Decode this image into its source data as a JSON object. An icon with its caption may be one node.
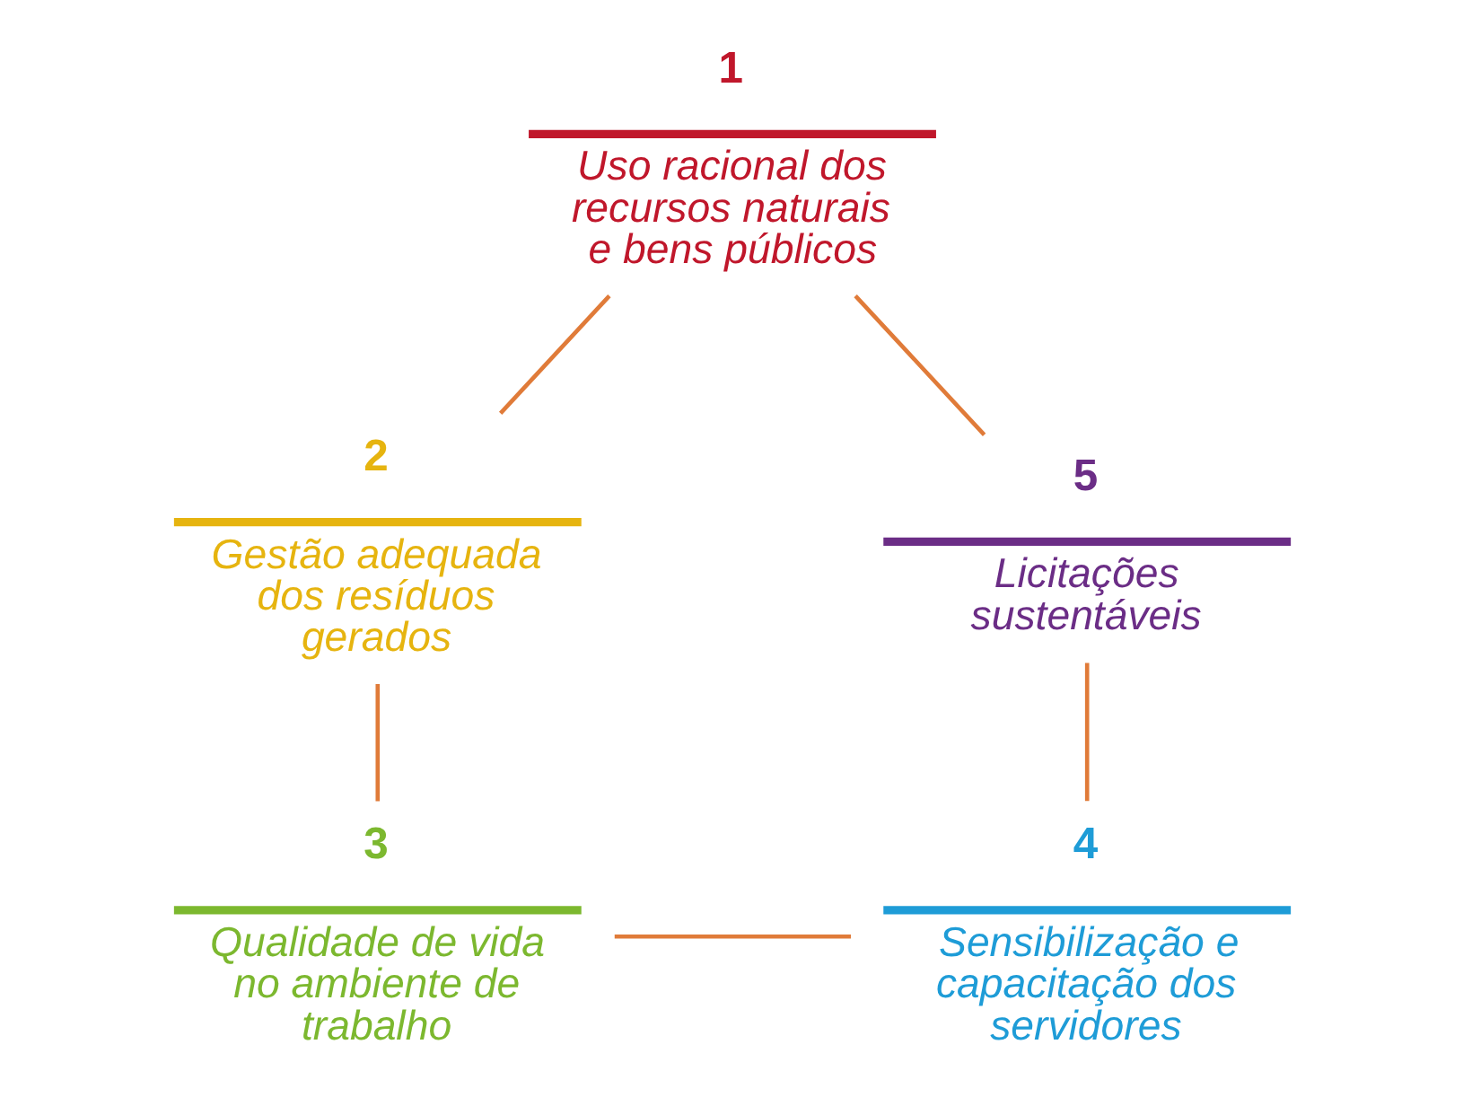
{
  "diagram": {
    "nodes": [
      {
        "text": [
          "1",
          "Uso racional dos recursos naturais e bens públicos"
        ]
      },
      {
        "text": [
          "2",
          "Gestão adequada dos resíduos gerados"
        ]
      },
      {
        "text": [
          "3",
          "Qualidade de vida no ambiente de trabalho"
        ]
      },
      {
        "text": [
          "4",
          "Sensibilização e capacitação dos servidores"
        ]
      },
      {
        "text": [
          "5",
          "Licitações sustentáveis"
        ]
      }
    ],
    "edges": [
      {
        "from": 0,
        "to": 1,
        "arrow": "none"
      },
      {
        "from": 1,
        "to": 2,
        "arrow": "none"
      },
      {
        "from": 2,
        "to": 3,
        "arrow": "none"
      },
      {
        "from": 3,
        "to": 4,
        "arrow": "none"
      },
      {
        "from": 4,
        "to": 0,
        "arrow": "none"
      }
    ]
  }
}
